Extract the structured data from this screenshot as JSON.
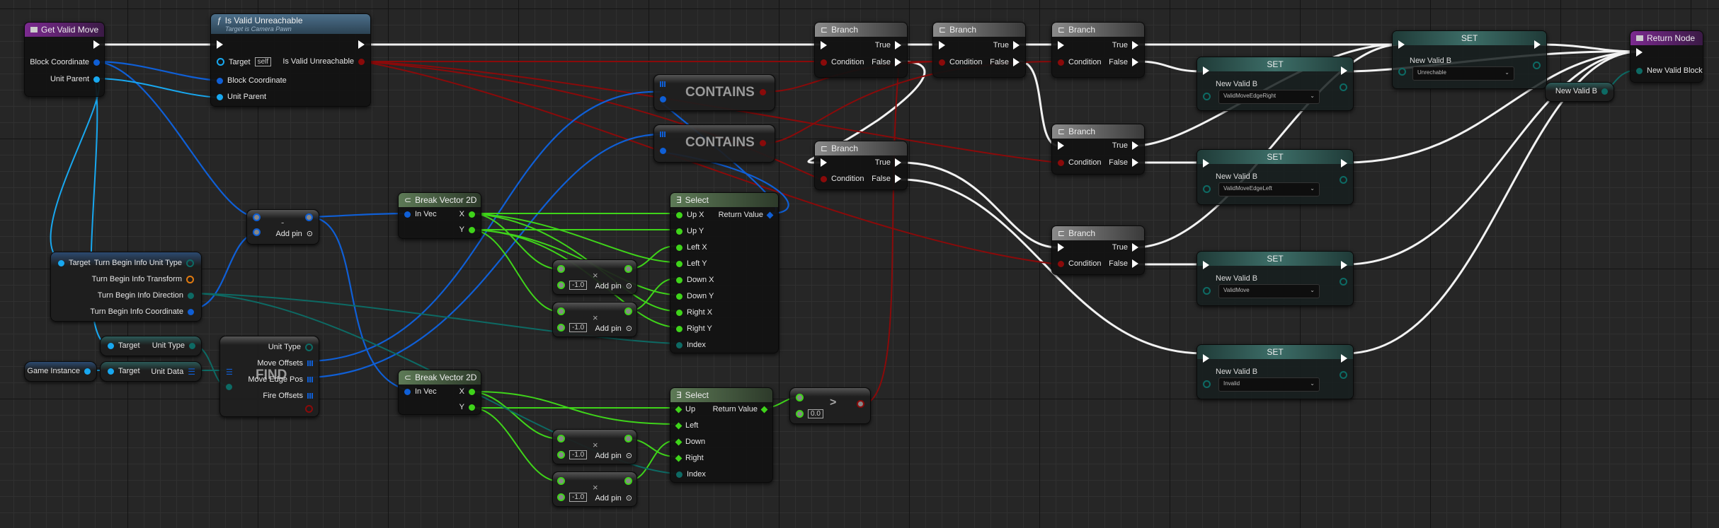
{
  "graph": {
    "colors": {
      "exec": "#ffffff",
      "struct_vector": "#0f5fd6",
      "object": "#18a8f0",
      "bool": "#8a0a0a",
      "float": "#3fd41a",
      "byte_enum": "#0d6a64",
      "transform": "#e07a10",
      "function_header": "#7b2a8f",
      "call_header": "#4c6f8a",
      "pure_header": "#5d7a56",
      "branch_header": "#8a8a8a",
      "set_header": "#3d6e68"
    }
  },
  "nodes": {
    "get_valid_move": {
      "title": "Get Valid Move",
      "pins": [
        "Block Coordinate",
        "Unit Parent"
      ]
    },
    "is_valid_unreachable": {
      "title": "Is Valid Unreachable",
      "subtitle": "Target is Camera Pawn",
      "target_label": "Target",
      "target_value": "self",
      "inputs": [
        "Block Coordinate",
        "Unit Parent"
      ],
      "output": "Is Valid Unreachable"
    },
    "turn_info": {
      "target": "Target",
      "outputs": [
        "Turn Begin Info Unit Type",
        "Turn Begin Info Transform",
        "Turn Begin Info Direction",
        "Turn Begin Info Coordinate"
      ]
    },
    "unit_type_getter": {
      "target": "Target",
      "output": "Unit Type"
    },
    "game_instance": {
      "label": "Game Instance"
    },
    "unit_data_getter": {
      "target": "Target",
      "output": "Unit Data"
    },
    "find": {
      "label": "FIND",
      "outputs": [
        "Unit Type",
        "Move Offsets",
        "Move Edge Pos",
        "Fire Offsets"
      ]
    },
    "subtract": {
      "op": "-",
      "add_pin": "Add pin"
    },
    "break_vec_1": {
      "title": "Break Vector 2D",
      "input": "In Vec",
      "outputs": [
        "X",
        "Y"
      ]
    },
    "break_vec_2": {
      "title": "Break Vector 2D",
      "input": "In Vec",
      "outputs": [
        "X",
        "Y"
      ]
    },
    "multiply": [
      {
        "op": "×",
        "value": "-1.0",
        "add_pin": "Add pin"
      },
      {
        "op": "×",
        "value": "-1.0",
        "add_pin": "Add pin"
      },
      {
        "op": "×",
        "value": "-1.0",
        "add_pin": "Add pin"
      },
      {
        "op": "×",
        "value": "-1.0",
        "add_pin": "Add pin"
      }
    ],
    "contains_1": {
      "label": "CONTAINS"
    },
    "contains_2": {
      "label": "CONTAINS"
    },
    "select_1": {
      "title": "Select",
      "inputs": [
        "Up X",
        "Up Y",
        "Left X",
        "Left Y",
        "Down X",
        "Down Y",
        "Right X",
        "Right Y",
        "Index"
      ],
      "output": "Return Value"
    },
    "select_2": {
      "title": "Select",
      "inputs": [
        "Up",
        "Left",
        "Down",
        "Right",
        "Index"
      ],
      "output": "Return Value"
    },
    "greater": {
      "op": ">",
      "value": "0.0"
    },
    "branches": [
      {
        "title": "Branch",
        "condition": "Condition",
        "true": "True",
        "false": "False"
      },
      {
        "title": "Branch",
        "condition": "Condition",
        "true": "True",
        "false": "False"
      },
      {
        "title": "Branch",
        "condition": "Condition",
        "true": "True",
        "false": "False"
      },
      {
        "title": "Branch",
        "condition": "Condition",
        "true": "True",
        "false": "False"
      },
      {
        "title": "Branch",
        "condition": "Condition",
        "true": "True",
        "false": "False"
      },
      {
        "title": "Branch",
        "condition": "Condition",
        "true": "True",
        "false": "False"
      }
    ],
    "sets": [
      {
        "title": "SET",
        "var": "New Valid B",
        "value": "Unrechable"
      },
      {
        "title": "SET",
        "var": "New Valid B",
        "value": "ValidMoveEdgeRight"
      },
      {
        "title": "SET",
        "var": "New Valid B",
        "value": "ValidMoveEdgeLeft"
      },
      {
        "title": "SET",
        "var": "New Valid B",
        "value": "ValidMove"
      },
      {
        "title": "SET",
        "var": "New Valid B",
        "value": "Invalid"
      }
    ],
    "var_getter": {
      "label": "New Valid B"
    },
    "return_node": {
      "title": "Return Node",
      "output": "New Valid Block"
    }
  }
}
